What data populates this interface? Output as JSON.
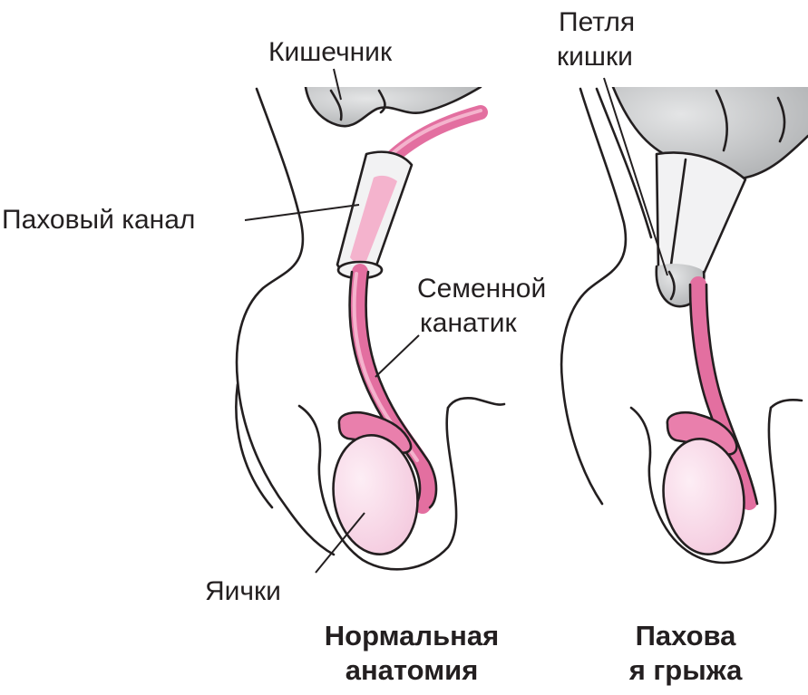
{
  "colors": {
    "cord": "#e36fa0",
    "cord_light": "#f4b3cd",
    "testis": "#f9dceb",
    "epididymis": "#e97fac",
    "intestine": "#cfd0d1",
    "canal": "#f2f2f3",
    "ink": "#231f20"
  },
  "labels": {
    "intestine": "Кишечник",
    "inguinal_canal": "Паховый канал",
    "spermatic_cord_line1": "Семенной",
    "spermatic_cord_line2": "канатик",
    "testicles": "Яички",
    "bowel_loop_line1": "Петля",
    "bowel_loop_line2": "кишки"
  },
  "captions": {
    "normal_line1": "Нормальная",
    "normal_line2": "анатомия",
    "hernia_line1": "Пахова",
    "hernia_line2": "я грыжа"
  }
}
